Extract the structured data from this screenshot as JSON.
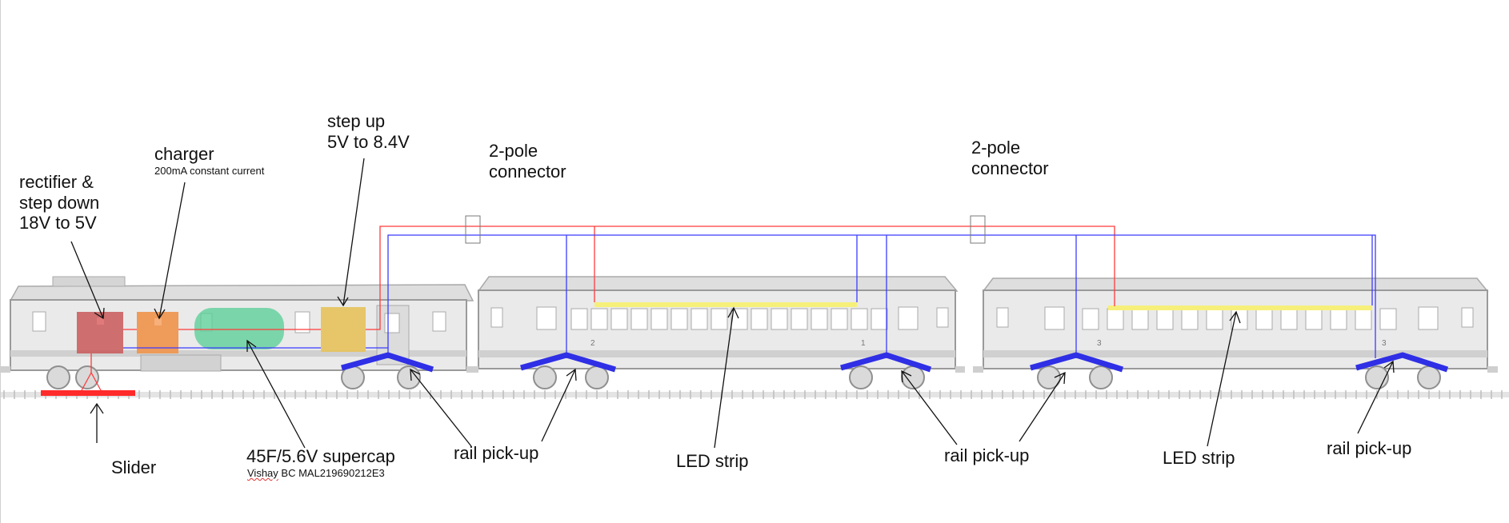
{
  "labels": {
    "rectifier": "rectifier &\nstep down\n18V to 5V",
    "charger": "charger",
    "charger_note": "200mA constant current",
    "stepup": "step up\n5V to 8.4V",
    "connector1": "2-pole\nconnector",
    "connector2": "2-pole\nconnector",
    "slider": "Slider",
    "supercap": "45F/5.6V supercap",
    "supercap_note_brand": "Vishay",
    "supercap_note_rest": " BC MAL219690212E3",
    "pickup1": "rail pick-up",
    "pickup2": "rail pick-up",
    "pickup3": "rail pick-up",
    "led1": "LED strip",
    "led2": "LED strip"
  },
  "colors": {
    "wire_positive": "#ff3b3b",
    "wire_negative": "#3b3bff",
    "pickup": "#2f2fe6",
    "slider": "#ff2a2a",
    "led_strip": "#f6f07a",
    "rectifier_block": "#c95858",
    "charger_block": "#f0924a",
    "supercap_block": "#5fcf9a",
    "stepup_block": "#e6c25a",
    "coach_fill": "#eaeaea",
    "coach_line": "#9a9a9a"
  },
  "coach_numbers": [
    "2",
    "1",
    "3",
    "3"
  ]
}
